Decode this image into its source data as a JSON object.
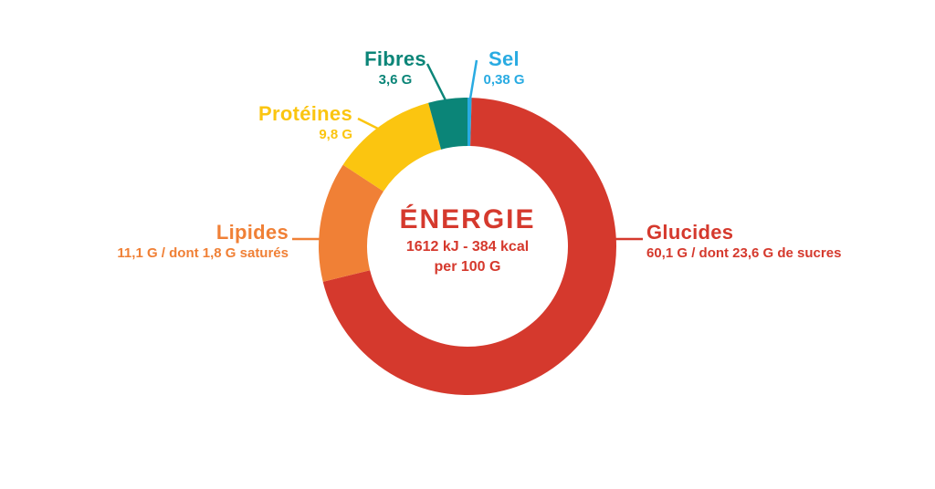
{
  "chart_data": {
    "type": "pie",
    "subtype": "donut",
    "start_angle": "top",
    "direction": "clockwise",
    "unit": "G",
    "center": {
      "title": "ÉNERGIE",
      "line1": "1612 kJ - 384 kcal",
      "line2": "per 100 G",
      "color": "#D5392D"
    },
    "segments": [
      {
        "key": "sel",
        "label": "Sel",
        "value": 0.38,
        "value_label": "0,38 G",
        "color": "#29ABE2"
      },
      {
        "key": "glucides",
        "label": "Glucides",
        "value": 60.1,
        "value_label": "60,1 G / dont 23,6 G de sucres",
        "color": "#D5392D"
      },
      {
        "key": "lipides",
        "label": "Lipides",
        "value": 11.1,
        "value_label": "11,1 G / dont 1,8 G saturés",
        "color": "#F08036"
      },
      {
        "key": "proteines",
        "label": "Protéines",
        "value": 9.8,
        "value_label": "9,8 G",
        "color": "#FBC510"
      },
      {
        "key": "fibres",
        "label": "Fibres",
        "value": 3.6,
        "value_label": "3,6 G",
        "color": "#0B8578"
      }
    ]
  }
}
